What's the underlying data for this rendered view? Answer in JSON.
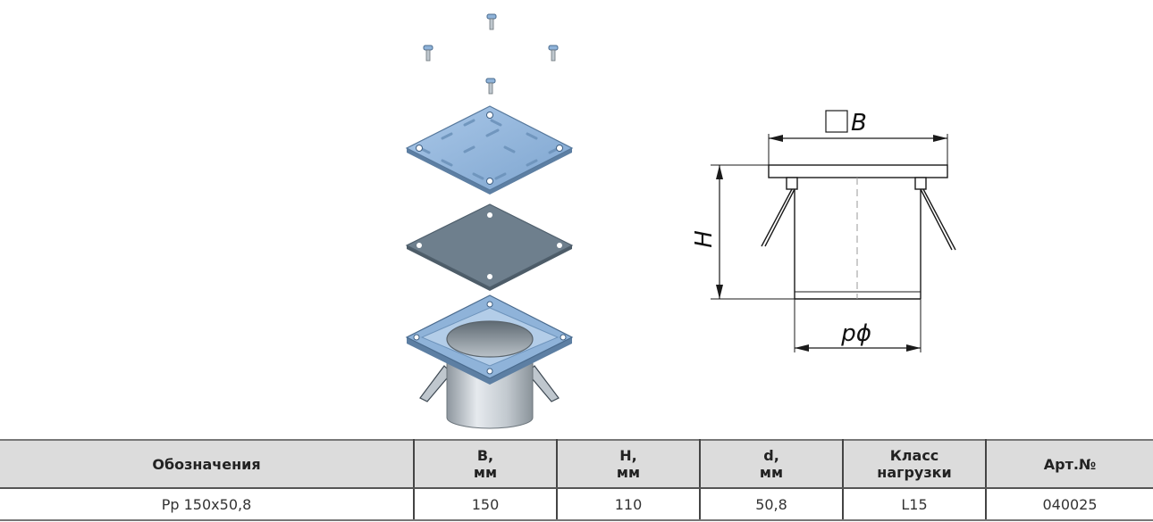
{
  "drawing": {
    "dim_b": "B",
    "dim_h": "H",
    "dim_d": "d",
    "diameter_symbol": "ϕ"
  },
  "table": {
    "headers": [
      {
        "line1": "Обозначения",
        "line2": ""
      },
      {
        "line1": "B,",
        "line2": "мм"
      },
      {
        "line1": "H,",
        "line2": "мм"
      },
      {
        "line1": "d,",
        "line2": "мм"
      },
      {
        "line1": "Класс",
        "line2": "нагрузки"
      },
      {
        "line1": "Арт.№",
        "line2": ""
      }
    ],
    "rows": [
      {
        "cells": [
          "Pp 150x50,8",
          "150",
          "110",
          "50,8",
          "L15",
          "040025"
        ]
      }
    ]
  },
  "colors": {
    "metal_blue": "#8fb3d9",
    "gasket_gray": "#6e7f8d",
    "header_bg": "#dcdcdc"
  }
}
